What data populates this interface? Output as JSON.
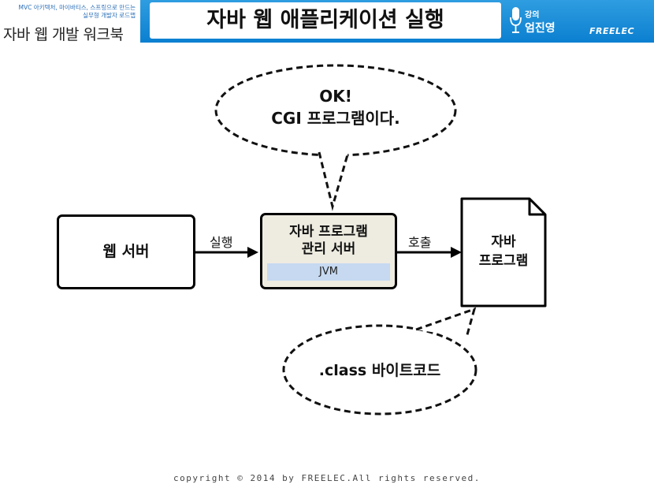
{
  "header": {
    "book_subtitle_line1": "MVC 아키텍처, 마이바티스, 스프링으로 만드는",
    "book_subtitle_line2": "실무형 개발자 로드맵",
    "book_title": "자바 웹 개발 워크북",
    "slide_title": "자바 웹 애플리케이션 실행",
    "lecturer_label": "강의",
    "lecturer_name": "엄진영",
    "brand": "FREELEC"
  },
  "diagram": {
    "web_server": "웹 서버",
    "execute_label": "실행",
    "manager_line1": "자바 프로그램",
    "manager_line2": "관리 서버",
    "jvm": "JVM",
    "call_label": "호출",
    "program_line1": "자바",
    "program_line2": "프로그램",
    "bubble_top_line1": "OK!",
    "bubble_top_line2": "CGI 프로그램이다.",
    "bubble_bottom": ".class 바이트코드"
  },
  "footer": {
    "copyright": "copyright © 2014 by FREELEC.All rights reserved."
  }
}
